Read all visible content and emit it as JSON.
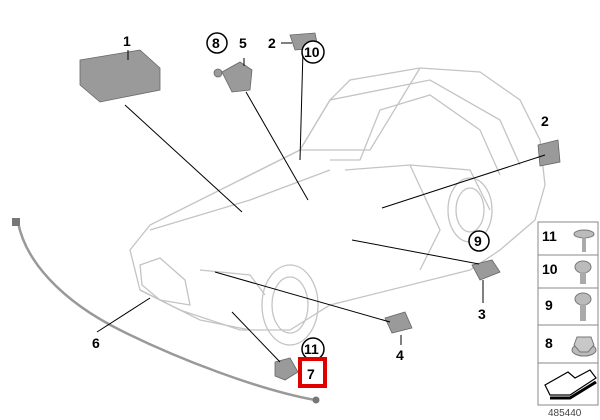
{
  "diagram": {
    "callouts": {
      "p1": "1",
      "p8": "8",
      "p5": "5",
      "p2a": "2",
      "p10": "10",
      "p2b": "2",
      "p9": "9",
      "p3": "3",
      "p4": "4",
      "p6": "6",
      "p11": "11",
      "p7": "7"
    },
    "highlight_color": "#e00000",
    "legend": [
      {
        "label": "11",
        "part": "flat-head-screw"
      },
      {
        "label": "10",
        "part": "torx-bolt"
      },
      {
        "label": "9",
        "part": "torx-bolt"
      },
      {
        "label": "8",
        "part": "flange-nut"
      }
    ],
    "diagram_number": "485440"
  }
}
